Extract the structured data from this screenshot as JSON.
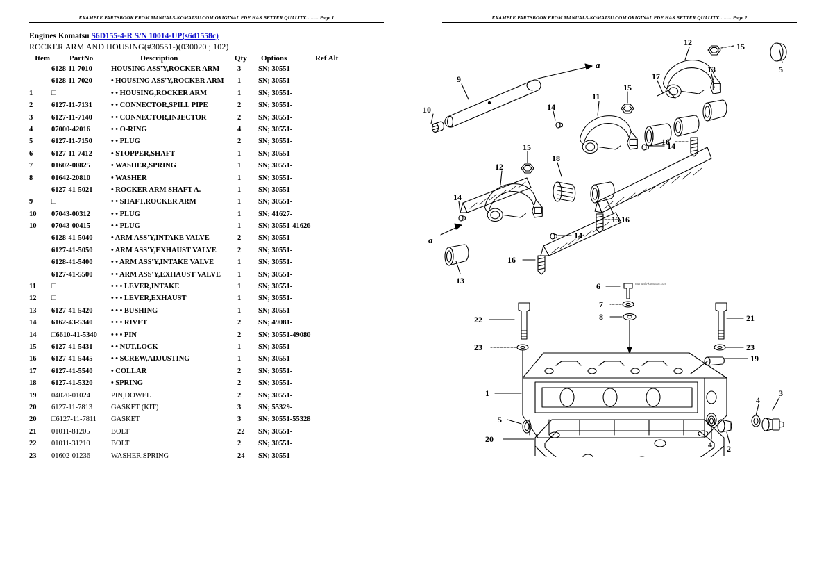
{
  "pages": {
    "left": {
      "header": "EXAMPLE PARTSBOOK FROM MANUALS-KOMATSU.COM ORIGINAL PDF HAS BETTER QUALITY...........Page 1"
    },
    "right": {
      "header": "EXAMPLE PARTSBOOK FROM MANUALS-KOMATSU.COM ORIGINAL PDF HAS BETTER QUALITY...........Page 2"
    }
  },
  "title": {
    "prefix": "Engines Komatsu ",
    "link": "S6D155-4-R S/N 10014-UP(s6d1558c)",
    "subtitle": "ROCKER ARM AND HOUSING(#30551-)(030020 ; 102)"
  },
  "table": {
    "headers": {
      "item": "Item",
      "part": "PartNo",
      "description": "Description",
      "qty": "Qty",
      "options": "Options",
      "refalt": "Ref Alt"
    },
    "rows": [
      {
        "item": "",
        "part": "6128-11-7010",
        "desc": "HOUSING ASS'Y,ROCKER ARM",
        "qty": "3",
        "opt": "SN; 30551-",
        "ref": ""
      },
      {
        "item": "",
        "part": "6128-11-7020",
        "desc": "• HOUSING ASS'Y,ROCKER ARM",
        "qty": "1",
        "opt": "SN; 30551-",
        "ref": ""
      },
      {
        "item": "1",
        "part": "□",
        "desc": "• • HOUSING,ROCKER ARM",
        "qty": "1",
        "opt": "SN; 30551-",
        "ref": ""
      },
      {
        "item": "2",
        "part": "6127-11-7131",
        "desc": "• • CONNECTOR,SPILL PIPE",
        "qty": "2",
        "opt": "SN; 30551-",
        "ref": ""
      },
      {
        "item": "3",
        "part": "6127-11-7140",
        "desc": "• • CONNECTOR,INJECTOR",
        "qty": "2",
        "opt": "SN; 30551-",
        "ref": ""
      },
      {
        "item": "4",
        "part": "07000-42016",
        "desc": "• • O-RING",
        "qty": "4",
        "opt": "SN; 30551-",
        "ref": ""
      },
      {
        "item": "5",
        "part": "6127-11-7150",
        "desc": "• • PLUG",
        "qty": "2",
        "opt": "SN; 30551-",
        "ref": ""
      },
      {
        "item": "6",
        "part": "6127-11-7412",
        "desc": "• STOPPER,SHAFT",
        "qty": "1",
        "opt": "SN; 30551-",
        "ref": ""
      },
      {
        "item": "7",
        "part": "01602-00825",
        "desc": "• WASHER,SPRING",
        "qty": "1",
        "opt": "SN; 30551-",
        "ref": ""
      },
      {
        "item": "8",
        "part": "01642-20810",
        "desc": "• WASHER",
        "qty": "1",
        "opt": "SN; 30551-",
        "ref": ""
      },
      {
        "item": "",
        "part": "6127-41-5021",
        "desc": "• ROCKER ARM SHAFT A.",
        "qty": "1",
        "opt": "SN; 30551-",
        "ref": ""
      },
      {
        "item": "9",
        "part": "□",
        "desc": "• • SHAFT,ROCKER ARM",
        "qty": "1",
        "opt": "SN; 30551-",
        "ref": ""
      },
      {
        "item": "10",
        "part": "07043-00312",
        "desc": "• • PLUG",
        "qty": "1",
        "opt": "SN; 41627-",
        "ref": ""
      },
      {
        "item": "10",
        "part": "07043-00415",
        "desc": "• • PLUG",
        "qty": "1",
        "opt": "SN; 30551-41626",
        "ref": ""
      },
      {
        "item": "",
        "part": "6128-41-5040",
        "desc": "• ARM ASS'Y,INTAKE VALVE",
        "qty": "2",
        "opt": "SN; 30551-",
        "ref": ""
      },
      {
        "item": "",
        "part": "6127-41-5050",
        "desc": "• ARM ASS'Y,EXHAUST VALVE",
        "qty": "2",
        "opt": "SN; 30551-",
        "ref": ""
      },
      {
        "item": "",
        "part": "6128-41-5400",
        "desc": "• • ARM ASS'Y,INTAKE VALVE",
        "qty": "1",
        "opt": "SN; 30551-",
        "ref": ""
      },
      {
        "item": "",
        "part": "6127-41-5500",
        "desc": "• • ARM ASS'Y,EXHAUST VALVE",
        "qty": "1",
        "opt": "SN; 30551-",
        "ref": ""
      },
      {
        "item": "11",
        "part": "□",
        "desc": "• • • LEVER,INTAKE",
        "qty": "1",
        "opt": "SN; 30551-",
        "ref": ""
      },
      {
        "item": "12",
        "part": "□",
        "desc": "• • • LEVER,EXHAUST",
        "qty": "1",
        "opt": "SN; 30551-",
        "ref": ""
      },
      {
        "item": "13",
        "part": "6127-41-5420",
        "desc": "• • • BUSHING",
        "qty": "1",
        "opt": "SN; 30551-",
        "ref": ""
      },
      {
        "item": "14",
        "part": "6162-43-5340",
        "desc": "• • • RIVET",
        "qty": "2",
        "opt": "SN; 49081-",
        "ref": ""
      },
      {
        "item": "14",
        "part": "□6610-41-5340",
        "desc": "• • • PIN",
        "qty": "2",
        "opt": "SN; 30551-49080",
        "ref": ""
      },
      {
        "item": "15",
        "part": "6127-41-5431",
        "desc": "• • NUT,LOCK",
        "qty": "1",
        "opt": "SN; 30551-",
        "ref": ""
      },
      {
        "item": "16",
        "part": "6127-41-5445",
        "desc": "• • SCREW,ADJUSTING",
        "qty": "1",
        "opt": "SN; 30551-",
        "ref": ""
      },
      {
        "item": "17",
        "part": "6127-41-5540",
        "desc": "• COLLAR",
        "qty": "2",
        "opt": "SN; 30551-",
        "ref": ""
      },
      {
        "item": "18",
        "part": "6127-41-5320",
        "desc": "• SPRING",
        "qty": "2",
        "opt": "SN; 30551-",
        "ref": ""
      },
      {
        "item": "19",
        "part": "04020-01024",
        "desc": "PIN,DOWEL",
        "qty": "2",
        "opt": "SN; 30551-",
        "ref": "",
        "plain": true
      },
      {
        "item": "20",
        "part": "6127-11-7813",
        "desc": "GASKET (KIT)",
        "qty": "3",
        "opt": "SN; 55329-",
        "ref": "",
        "plain": true
      },
      {
        "item": "20",
        "part": "□6127-11-7811",
        "desc": "GASKET",
        "qty": "3",
        "opt": "SN; 30551-55328",
        "ref": "",
        "plain": true
      },
      {
        "item": "21",
        "part": "01011-81205",
        "desc": "BOLT",
        "qty": "22",
        "opt": "SN; 30551-",
        "ref": "",
        "plain": true
      },
      {
        "item": "22",
        "part": "01011-31210",
        "desc": "BOLT",
        "qty": "2",
        "opt": "SN; 30551-",
        "ref": "",
        "plain": true
      },
      {
        "item": "23",
        "part": "01602-01236",
        "desc": "WASHER,SPRING",
        "qty": "24",
        "opt": "SN; 30551-",
        "ref": "",
        "plain": true
      }
    ]
  },
  "diagram": {
    "name": "rocker-arm-and-housing-exploded-view",
    "section_marks": [
      "a",
      "a"
    ],
    "callouts": [
      "9",
      "10",
      "15",
      "17",
      "11",
      "13",
      "14",
      "12",
      "15",
      "5",
      "16",
      "14",
      "18",
      "13",
      "14",
      "15",
      "18",
      "12",
      "13",
      "16",
      "14",
      "16",
      "13",
      "16",
      "6",
      "7",
      "8",
      "21",
      "22",
      "23",
      "23",
      "19",
      "1",
      "4",
      "3",
      "4",
      "2",
      "5",
      "20"
    ],
    "watermark": "manuals-komatsu.com"
  }
}
